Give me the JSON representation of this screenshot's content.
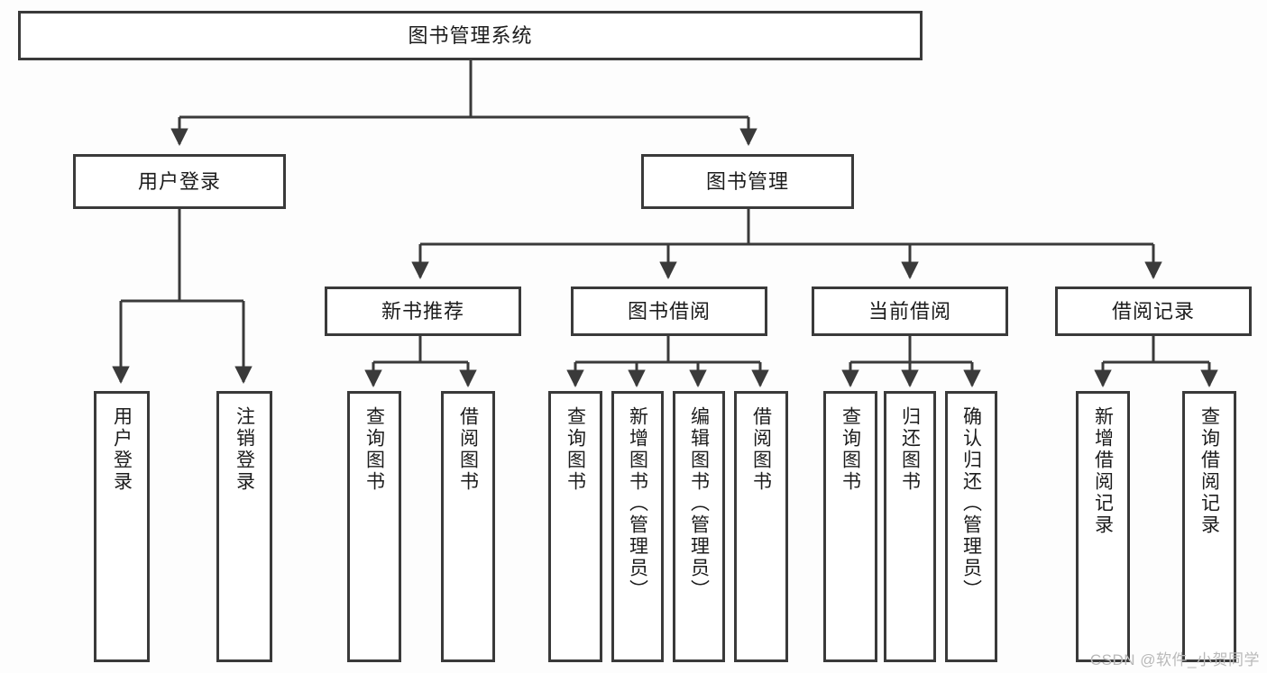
{
  "diagram": {
    "title": "图书管理系统",
    "type": "tree-hierarchy-chart",
    "root": {
      "label": "图书管理系统"
    },
    "level1": [
      {
        "label": "用户登录"
      },
      {
        "label": "图书管理"
      }
    ],
    "level2": [
      {
        "label": "新书推荐"
      },
      {
        "label": "图书借阅"
      },
      {
        "label": "当前借阅"
      },
      {
        "label": "借阅记录"
      }
    ],
    "leaves_user_login": [
      {
        "label": "用户登录"
      },
      {
        "label": "注销登录"
      }
    ],
    "leaves_new_book": [
      {
        "label": "查询图书"
      },
      {
        "label": "借阅图书"
      }
    ],
    "leaves_borrow": [
      {
        "label": "查询图书"
      },
      {
        "label": "新增图书（管理员）"
      },
      {
        "label": "编辑图书（管理员）"
      },
      {
        "label": "借阅图书"
      }
    ],
    "leaves_current": [
      {
        "label": "查询图书"
      },
      {
        "label": "归还图书"
      },
      {
        "label": "确认归还（管理员）"
      }
    ],
    "leaves_record": [
      {
        "label": "新增借阅记录"
      },
      {
        "label": "查询借阅记录"
      }
    ]
  },
  "watermark": {
    "text": "CSDN @软件_小贺同学"
  },
  "colors": {
    "background": "#fdfdfd",
    "node_fill": "#ffffff",
    "node_border": "#3a3a3a",
    "connector": "#3a3a3a",
    "text": "#1c1c1c",
    "watermark": "#b9b9b9"
  }
}
